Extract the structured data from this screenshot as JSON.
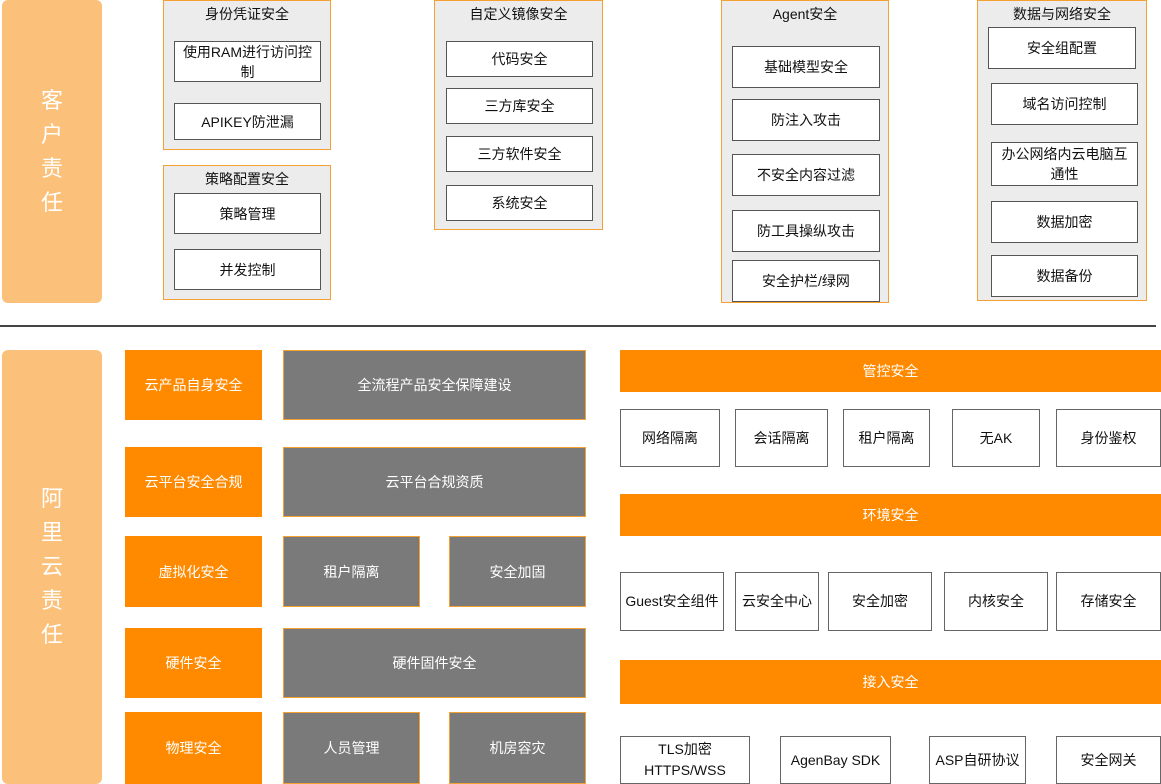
{
  "customer": {
    "label": "客户责任",
    "identity": {
      "title": "身份凭证安全",
      "items": [
        "使用RAM进行访问控制",
        "APIKEY防泄漏"
      ]
    },
    "policy": {
      "title": "策略配置安全",
      "items": [
        "策略管理",
        "并发控制"
      ]
    },
    "image": {
      "title": "自定义镜像安全",
      "items": [
        "代码安全",
        "三方库安全",
        "三方软件安全",
        "系统安全"
      ]
    },
    "agent": {
      "title": "Agent安全",
      "items": [
        "基础模型安全",
        "防注入攻击",
        "不安全内容过滤",
        "防工具操纵攻击",
        "安全护栏/绿网"
      ]
    },
    "network": {
      "title": "数据与网络安全",
      "items": [
        "安全组配置",
        "域名访问控制",
        "办公网络内云电脑互通性",
        "数据加密",
        "数据备份"
      ]
    }
  },
  "aliyun": {
    "label": "阿里云责任",
    "rows": [
      {
        "label": "云产品自身安全",
        "items": [
          "全流程产品安全保障建设"
        ]
      },
      {
        "label": "云平台安全合规",
        "items": [
          "云平台合规资质"
        ]
      },
      {
        "label": "虚拟化安全",
        "items": [
          "租户隔离",
          "安全加固"
        ]
      },
      {
        "label": "硬件安全",
        "items": [
          "硬件固件安全"
        ]
      },
      {
        "label": "物理安全",
        "items": [
          "人员管理",
          "机房容灾"
        ]
      }
    ],
    "control": {
      "title": "管控安全",
      "items": [
        "网络隔离",
        "会话隔离",
        "租户隔离",
        "无AK",
        "身份鉴权"
      ]
    },
    "env": {
      "title": "环境安全",
      "items": [
        "Guest安全组件",
        "云安全中心",
        "安全加密",
        "内核安全",
        "存储安全"
      ]
    },
    "access": {
      "title": "接入安全",
      "items": [
        "TLS加密HTTPS/WSS",
        "AgenBay SDK",
        "ASP自研协议",
        "安全网关"
      ]
    }
  }
}
